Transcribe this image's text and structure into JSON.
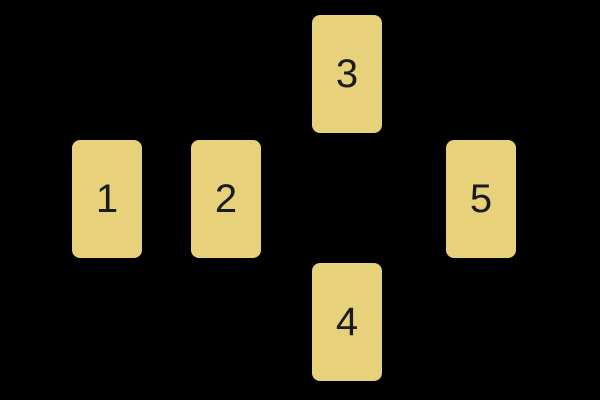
{
  "colors": {
    "background": "#000000",
    "card_fill": "#e8d17b",
    "card_label": "#1b1b1b"
  },
  "spread": {
    "cards": [
      {
        "label": "1"
      },
      {
        "label": "2"
      },
      {
        "label": "3"
      },
      {
        "label": "4"
      },
      {
        "label": "5"
      }
    ]
  }
}
